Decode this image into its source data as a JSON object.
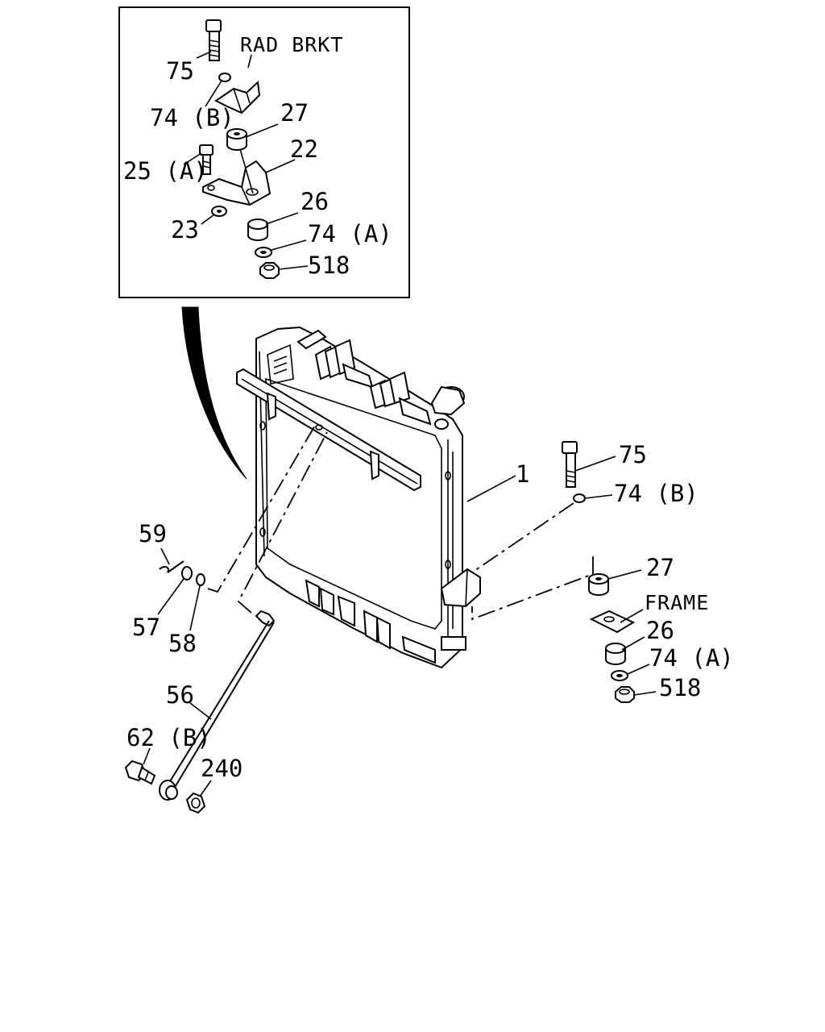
{
  "callouts": {
    "inset_75": "75",
    "inset_74b": "74 (B)",
    "inset_27": "27",
    "inset_25a": "25 (A)",
    "inset_22": "22",
    "inset_26": "26",
    "inset_23": "23",
    "inset_74a": "74 (A)",
    "inset_518": "518",
    "inset_rad_brkt": "RAD BRKT",
    "part_1": "1",
    "main_75": "75",
    "main_74b": "74 (B)",
    "main_27": "27",
    "main_frame": "FRAME",
    "main_26": "26",
    "main_74a": "74 (A)",
    "main_518": "518",
    "part_59": "59",
    "part_57": "57",
    "part_58": "58",
    "part_56": "56",
    "part_62b": "62 (B)",
    "part_240": "240"
  }
}
